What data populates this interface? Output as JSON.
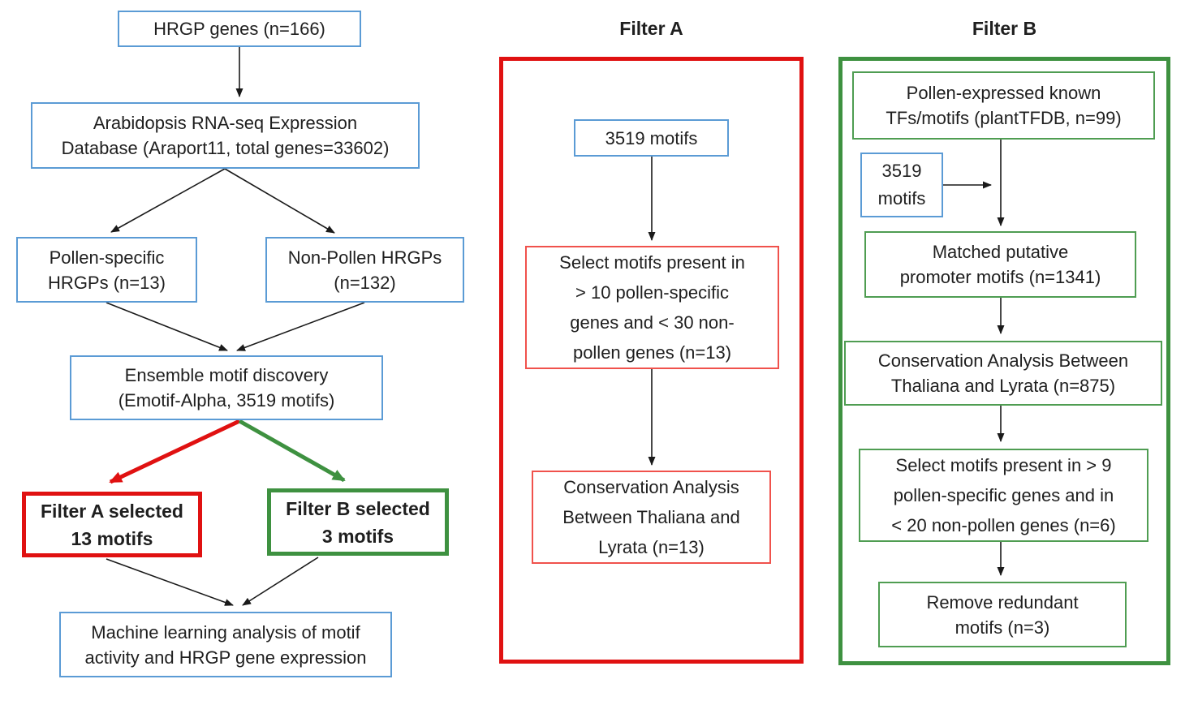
{
  "diagram": {
    "colors": {
      "box_blue_border": "#5B9BD5",
      "thin_red_border": "#F0524C",
      "thick_red": "#E01111",
      "thin_green_border": "#4F9D52",
      "thick_green": "#3E9140",
      "arrow_black": "#1a1a1a",
      "text": "#1f1f1f",
      "background": "#ffffff"
    },
    "left_flow": {
      "hrgp": {
        "lines": [
          "HRGP genes (n=166)"
        ]
      },
      "database": {
        "lines": [
          "Arabidopsis RNA-seq Expression",
          "Database (Araport11, total genes=33602)"
        ]
      },
      "pollen_specific": {
        "lines": [
          "Pollen-specific",
          "HRGPs (n=13)"
        ]
      },
      "non_pollen": {
        "lines": [
          "Non-Pollen HRGPs",
          "(n=132)"
        ]
      },
      "ensemble": {
        "lines": [
          "Ensemble motif discovery",
          "(Emotif-Alpha, 3519 motifs)"
        ]
      },
      "filter_a_selected": {
        "lines": [
          "Filter A selected",
          "13 motifs"
        ]
      },
      "filter_b_selected": {
        "lines": [
          "Filter B selected",
          "3 motifs"
        ]
      },
      "machine_learning": {
        "lines": [
          "Machine learning analysis of motif",
          "activity and HRGP gene expression"
        ]
      }
    },
    "filter_a": {
      "title": "Filter A",
      "motifs_3519": {
        "lines": [
          "3519 motifs"
        ]
      },
      "select_motifs": {
        "lines": [
          "Select motifs present in",
          "> 10 pollen-specific",
          "genes and < 30 non-",
          "pollen genes (n=13)"
        ]
      },
      "conservation": {
        "lines": [
          "Conservation Analysis",
          "Between Thaliana and",
          "Lyrata (n=13)"
        ]
      }
    },
    "filter_b": {
      "title": "Filter B",
      "pollen_expressed": {
        "lines": [
          "Pollen-expressed known",
          "TFs/motifs (plantTFDB, n=99)"
        ]
      },
      "motifs_3519": {
        "lines": [
          "3519",
          "motifs"
        ]
      },
      "matched": {
        "lines": [
          "Matched putative",
          "promoter motifs (n=1341)"
        ]
      },
      "conservation": {
        "lines": [
          "Conservation Analysis Between",
          "Thaliana and Lyrata (n=875)"
        ]
      },
      "select_motifs": {
        "lines": [
          "Select motifs present in > 9",
          "pollen-specific genes and in",
          "< 20 non-pollen genes (n=6)"
        ]
      },
      "remove_redundant": {
        "lines": [
          "Remove redundant",
          "motifs (n=3)"
        ]
      }
    }
  }
}
